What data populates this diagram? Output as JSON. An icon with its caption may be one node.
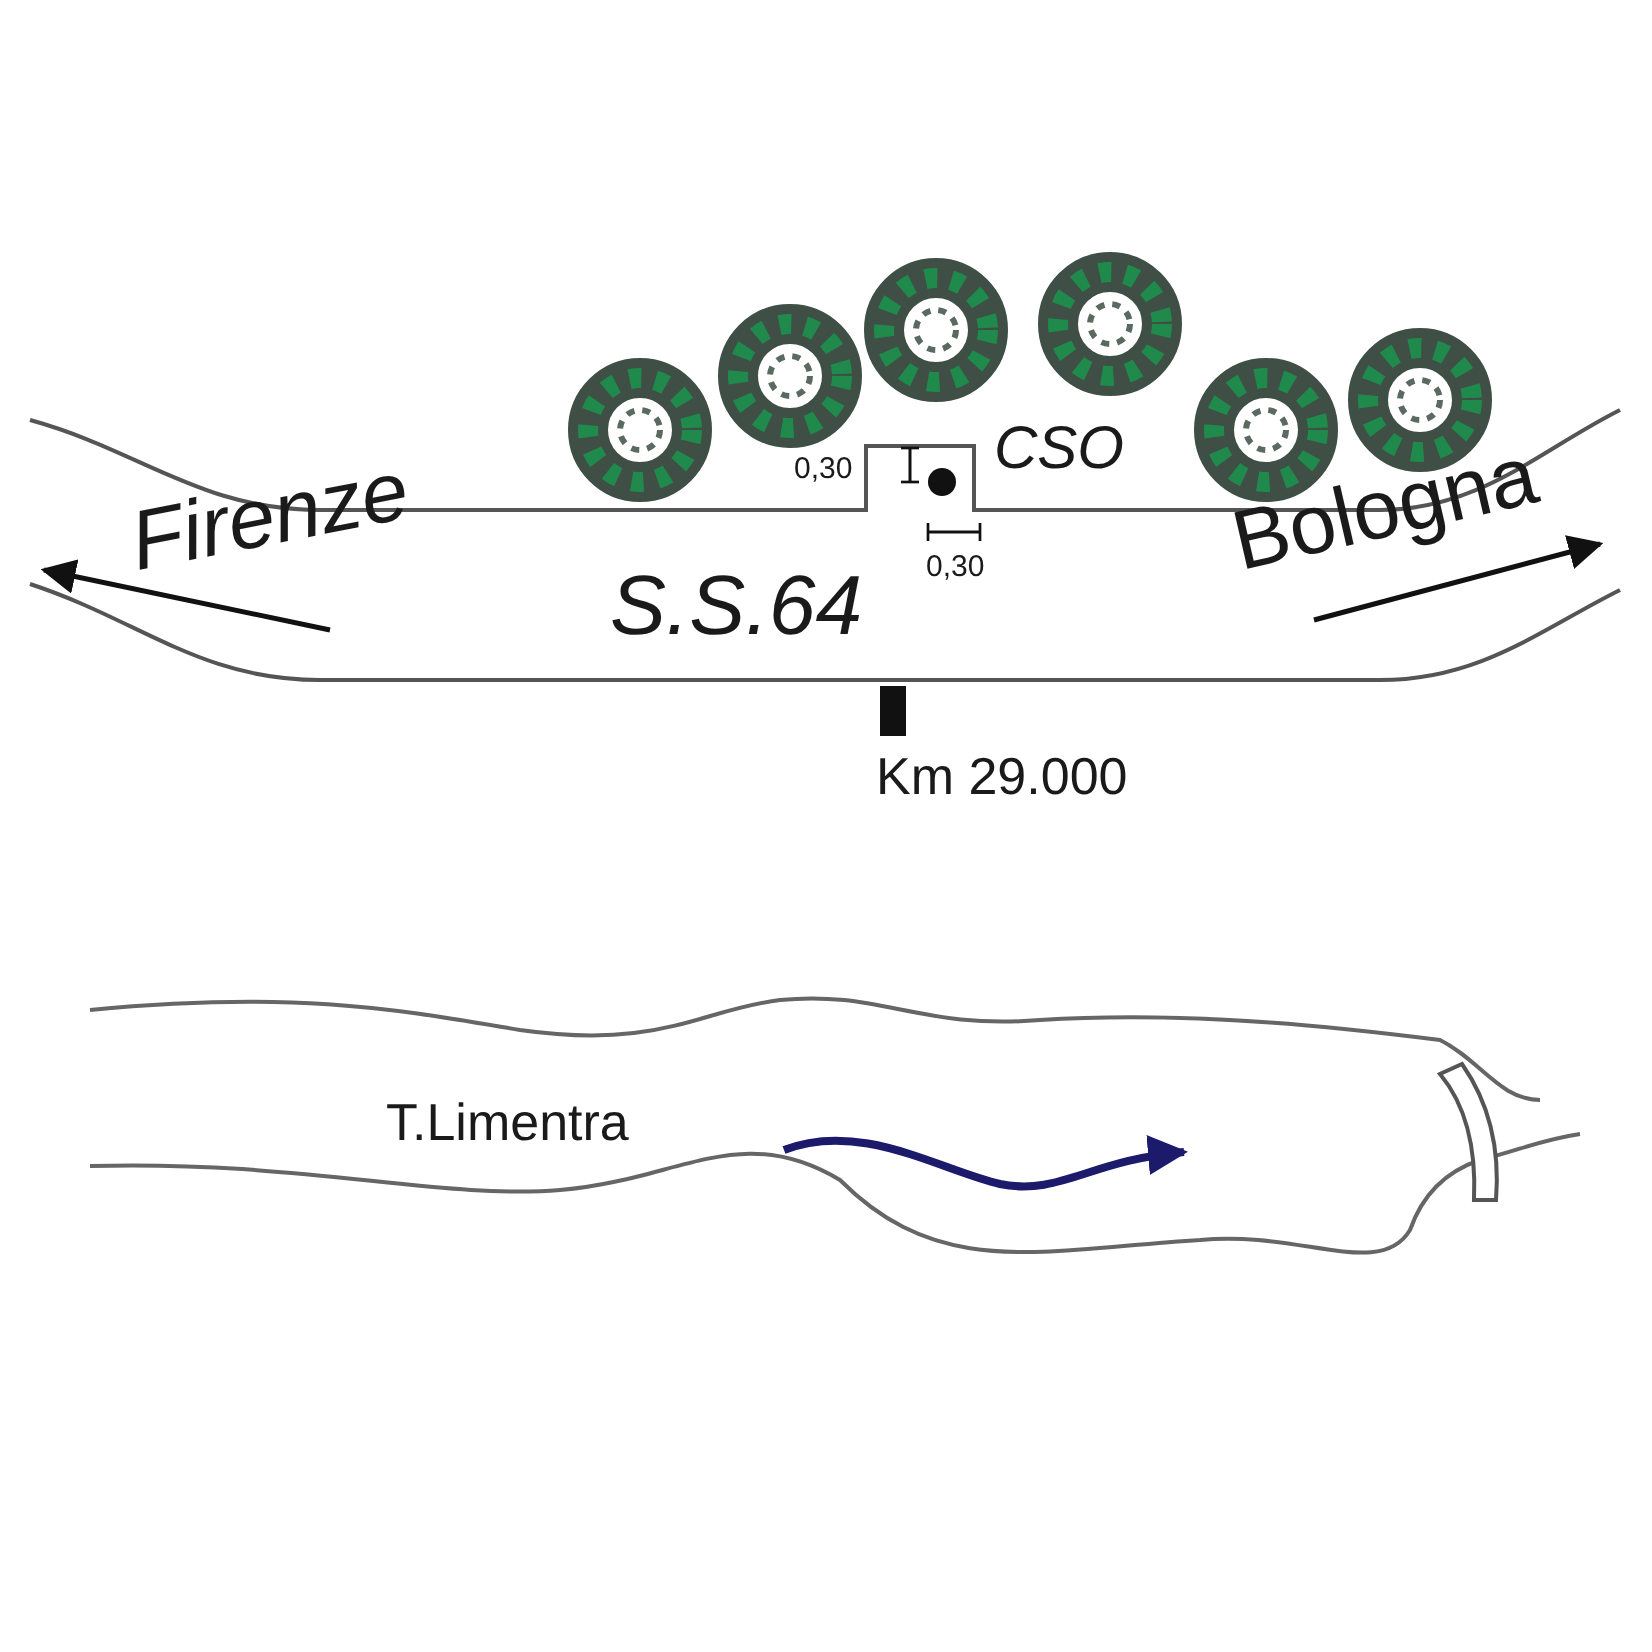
{
  "diagram": {
    "labels": [
      "CSO",
      "0,30",
      "0,30",
      "Firenze",
      "S.S.64",
      "Bologna",
      "Km 29.000",
      "T.Limentra"
    ]
  }
}
